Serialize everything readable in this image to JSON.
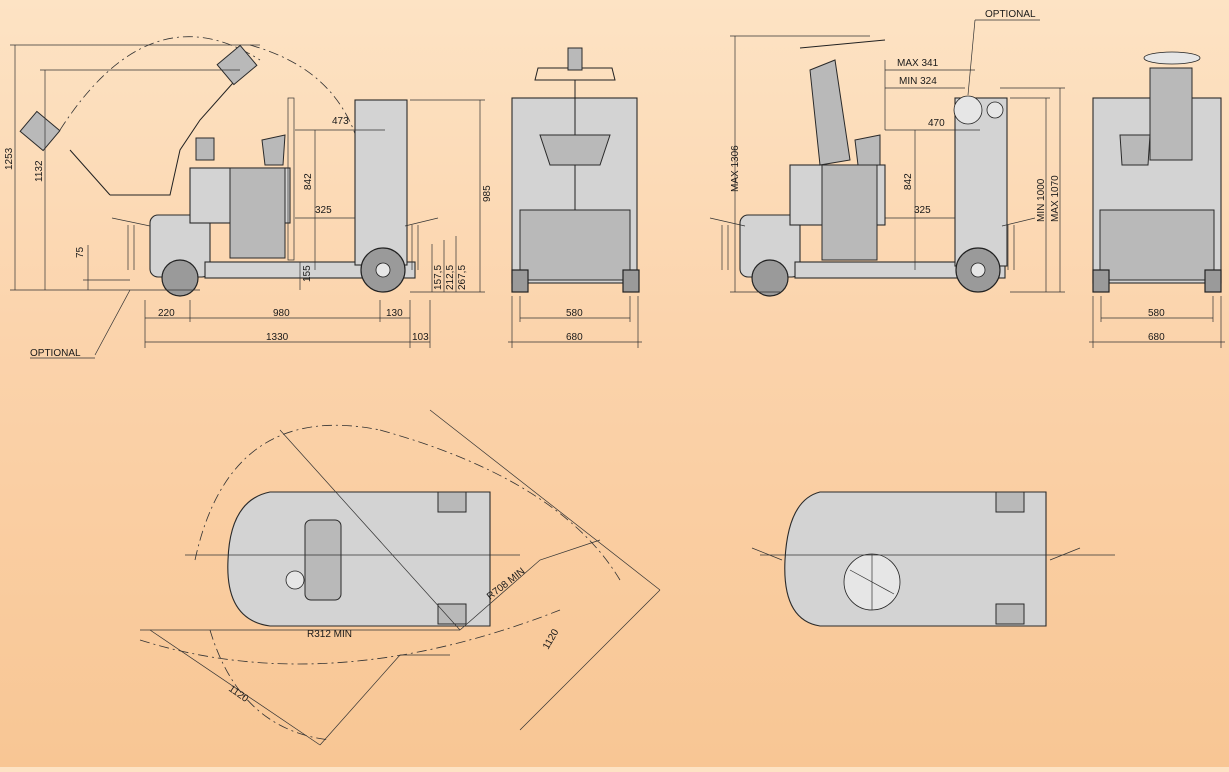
{
  "labels": {
    "optional_left": "OPTIONAL",
    "optional_right": "OPTIONAL"
  },
  "side_left": {
    "h_1253": "1253",
    "h_1132": "1132",
    "h_75": "75",
    "d_473": "473",
    "d_842": "842",
    "d_325": "325",
    "d_155": "155",
    "h_985": "985",
    "h_157_5": "157,5",
    "h_212_5": "212,5",
    "h_267_5": "267,5",
    "w_220": "220",
    "w_980": "980",
    "w_130": "130",
    "w_1330": "1330",
    "w_103": "103"
  },
  "rear_left": {
    "w_580": "580",
    "w_680": "680"
  },
  "side_right": {
    "h_max1306": "MAX 1306",
    "d_max341": "MAX 341",
    "d_min324": "MIN 324",
    "d_470": "470",
    "d_842": "842",
    "d_325": "325",
    "h_min1000": "MIN 1000",
    "h_max1070": "MAX 1070"
  },
  "rear_right": {
    "w_580": "580",
    "w_680": "680"
  },
  "top_left": {
    "r_708": "R708 MIN",
    "r_312": "R312 MIN",
    "w_1120_a": "1120",
    "w_1120_b": "1120"
  }
}
